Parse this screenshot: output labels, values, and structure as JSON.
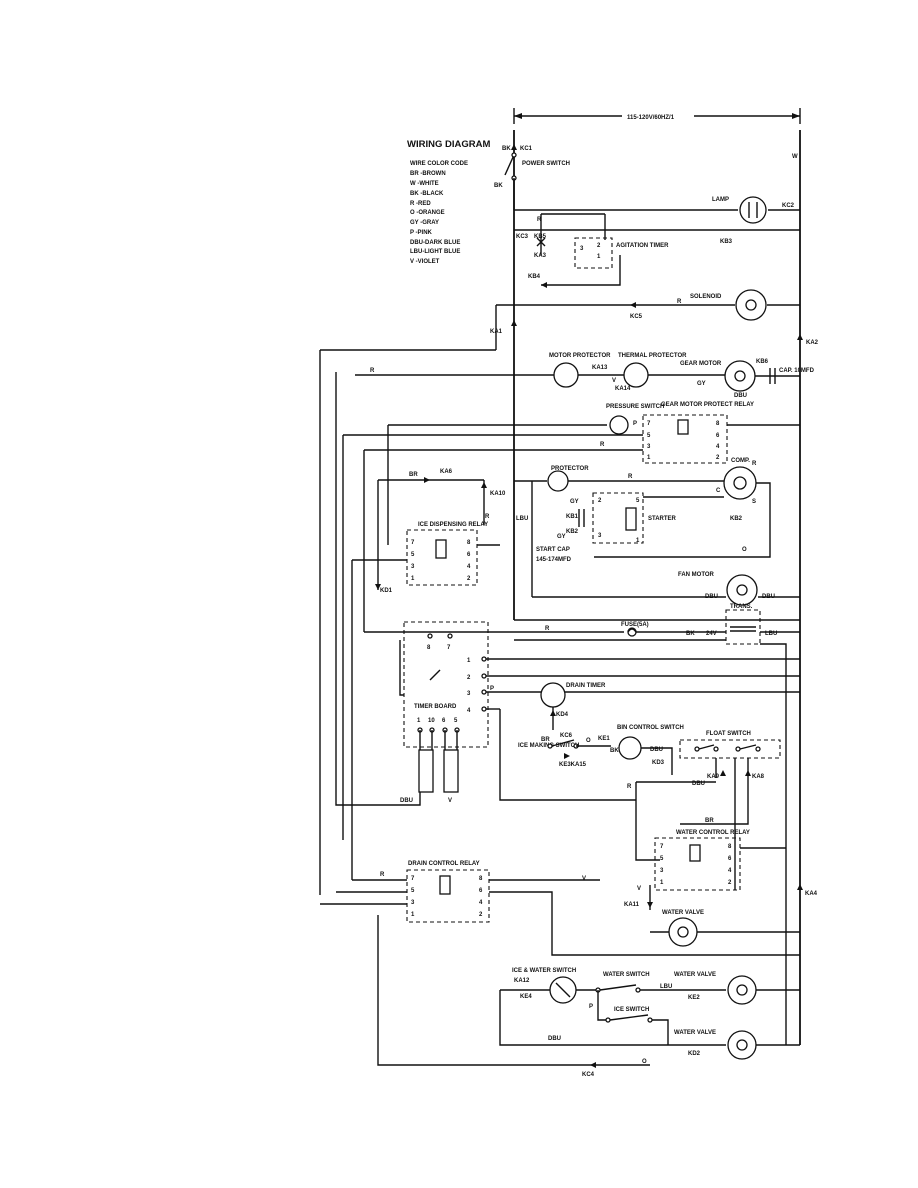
{
  "supply": "115-120V/60HZ/1",
  "legend": {
    "title": "WIRING DIAGRAM",
    "heading": "WIRE COLOR CODE",
    "items": [
      "BR -BROWN",
      "W -WHITE",
      "BK -BLACK",
      "R -RED",
      "O -ORANGE",
      "GY -GRAY",
      "P -PINK",
      "DBU-DARK BLUE",
      "LBU-LIGHT BLUE",
      "V -VIOLET"
    ]
  },
  "components": {
    "power_switch": "POWER SWITCH",
    "lamp": "LAMP",
    "agitation_timer": "AGITATION TIMER",
    "solenoid": "SOLENOID",
    "motor_protector": "MOTOR PROTECTOR",
    "thermal_protector": "THERMAL PROTECTOR",
    "gear_motor": "GEAR MOTOR",
    "cap": "CAP. 10MFD",
    "pressure_switch": "PRESSURE SWITCH",
    "gear_motor_relay": "GEAR MOTOR PROTECT RELAY",
    "protector": "PROTECTOR",
    "comp": "COMP.",
    "starter": "STARTER",
    "start_cap": "START CAP",
    "start_cap_value": "145-174MFD",
    "ice_dispensing_relay": "ICE DISPENSING RELAY",
    "fan_motor": "FAN MOTOR",
    "trans": "TRANS.",
    "fuse": "FUSE(5A)",
    "drain_timer": "DRAIN TIMER",
    "timer_board": "TIMER BOARD",
    "ice_making_switch": "ICE MAKING SWITCH",
    "bin_control_switch": "BIN CONTROL SWITCH",
    "float_switch": "FLOAT SWITCH",
    "water_control_relay": "WATER CONTROL RELAY",
    "water_valve": "WATER VALVE",
    "drain_control_relay": "DRAIN CONTROL RELAY",
    "ice_water_switch": "ICE & WATER SWITCH",
    "water_switch": "WATER SWITCH",
    "ice_switch": "ICE SWITCH",
    "voltage_24": "24V"
  },
  "terminals": {
    "KC1": "KC1",
    "KC2": "KC2",
    "KC3": "KC3",
    "KC4": "KC4",
    "KC5": "KC5",
    "KC6": "KC6",
    "KB1": "KB1",
    "KB2": "KB2",
    "KB3": "KB3",
    "KB4": "KB4",
    "KB5": "KB5",
    "KB6": "KB6",
    "KA1": "KA1",
    "KA2": "KA2",
    "KA3": "KA3",
    "KA4": "KA4",
    "KA6": "KA6",
    "KA8": "KA8",
    "KA9": "KA9",
    "KA10": "KA10",
    "KA11": "KA11",
    "KA12": "KA12",
    "KA13": "KA13",
    "KA14": "KA14",
    "KD1": "KD1",
    "KD2": "KD2",
    "KD3": "KD3",
    "KD4": "KD4",
    "KE1": "KE1",
    "KE2": "KE2",
    "KE3KA15": "KE3KA15",
    "KE4": "KE4"
  },
  "wires": {
    "BK": "BK",
    "W": "W",
    "R": "R",
    "BR": "BR",
    "O": "O",
    "GY": "GY",
    "P": "P",
    "DBU": "DBU",
    "LBU": "LBU",
    "V": "V"
  },
  "timer_pins": {
    "top": [
      "8",
      "7"
    ],
    "right": [
      "1",
      "2",
      "3",
      "4"
    ],
    "bottom": [
      "1",
      "10",
      "6",
      "5"
    ]
  }
}
